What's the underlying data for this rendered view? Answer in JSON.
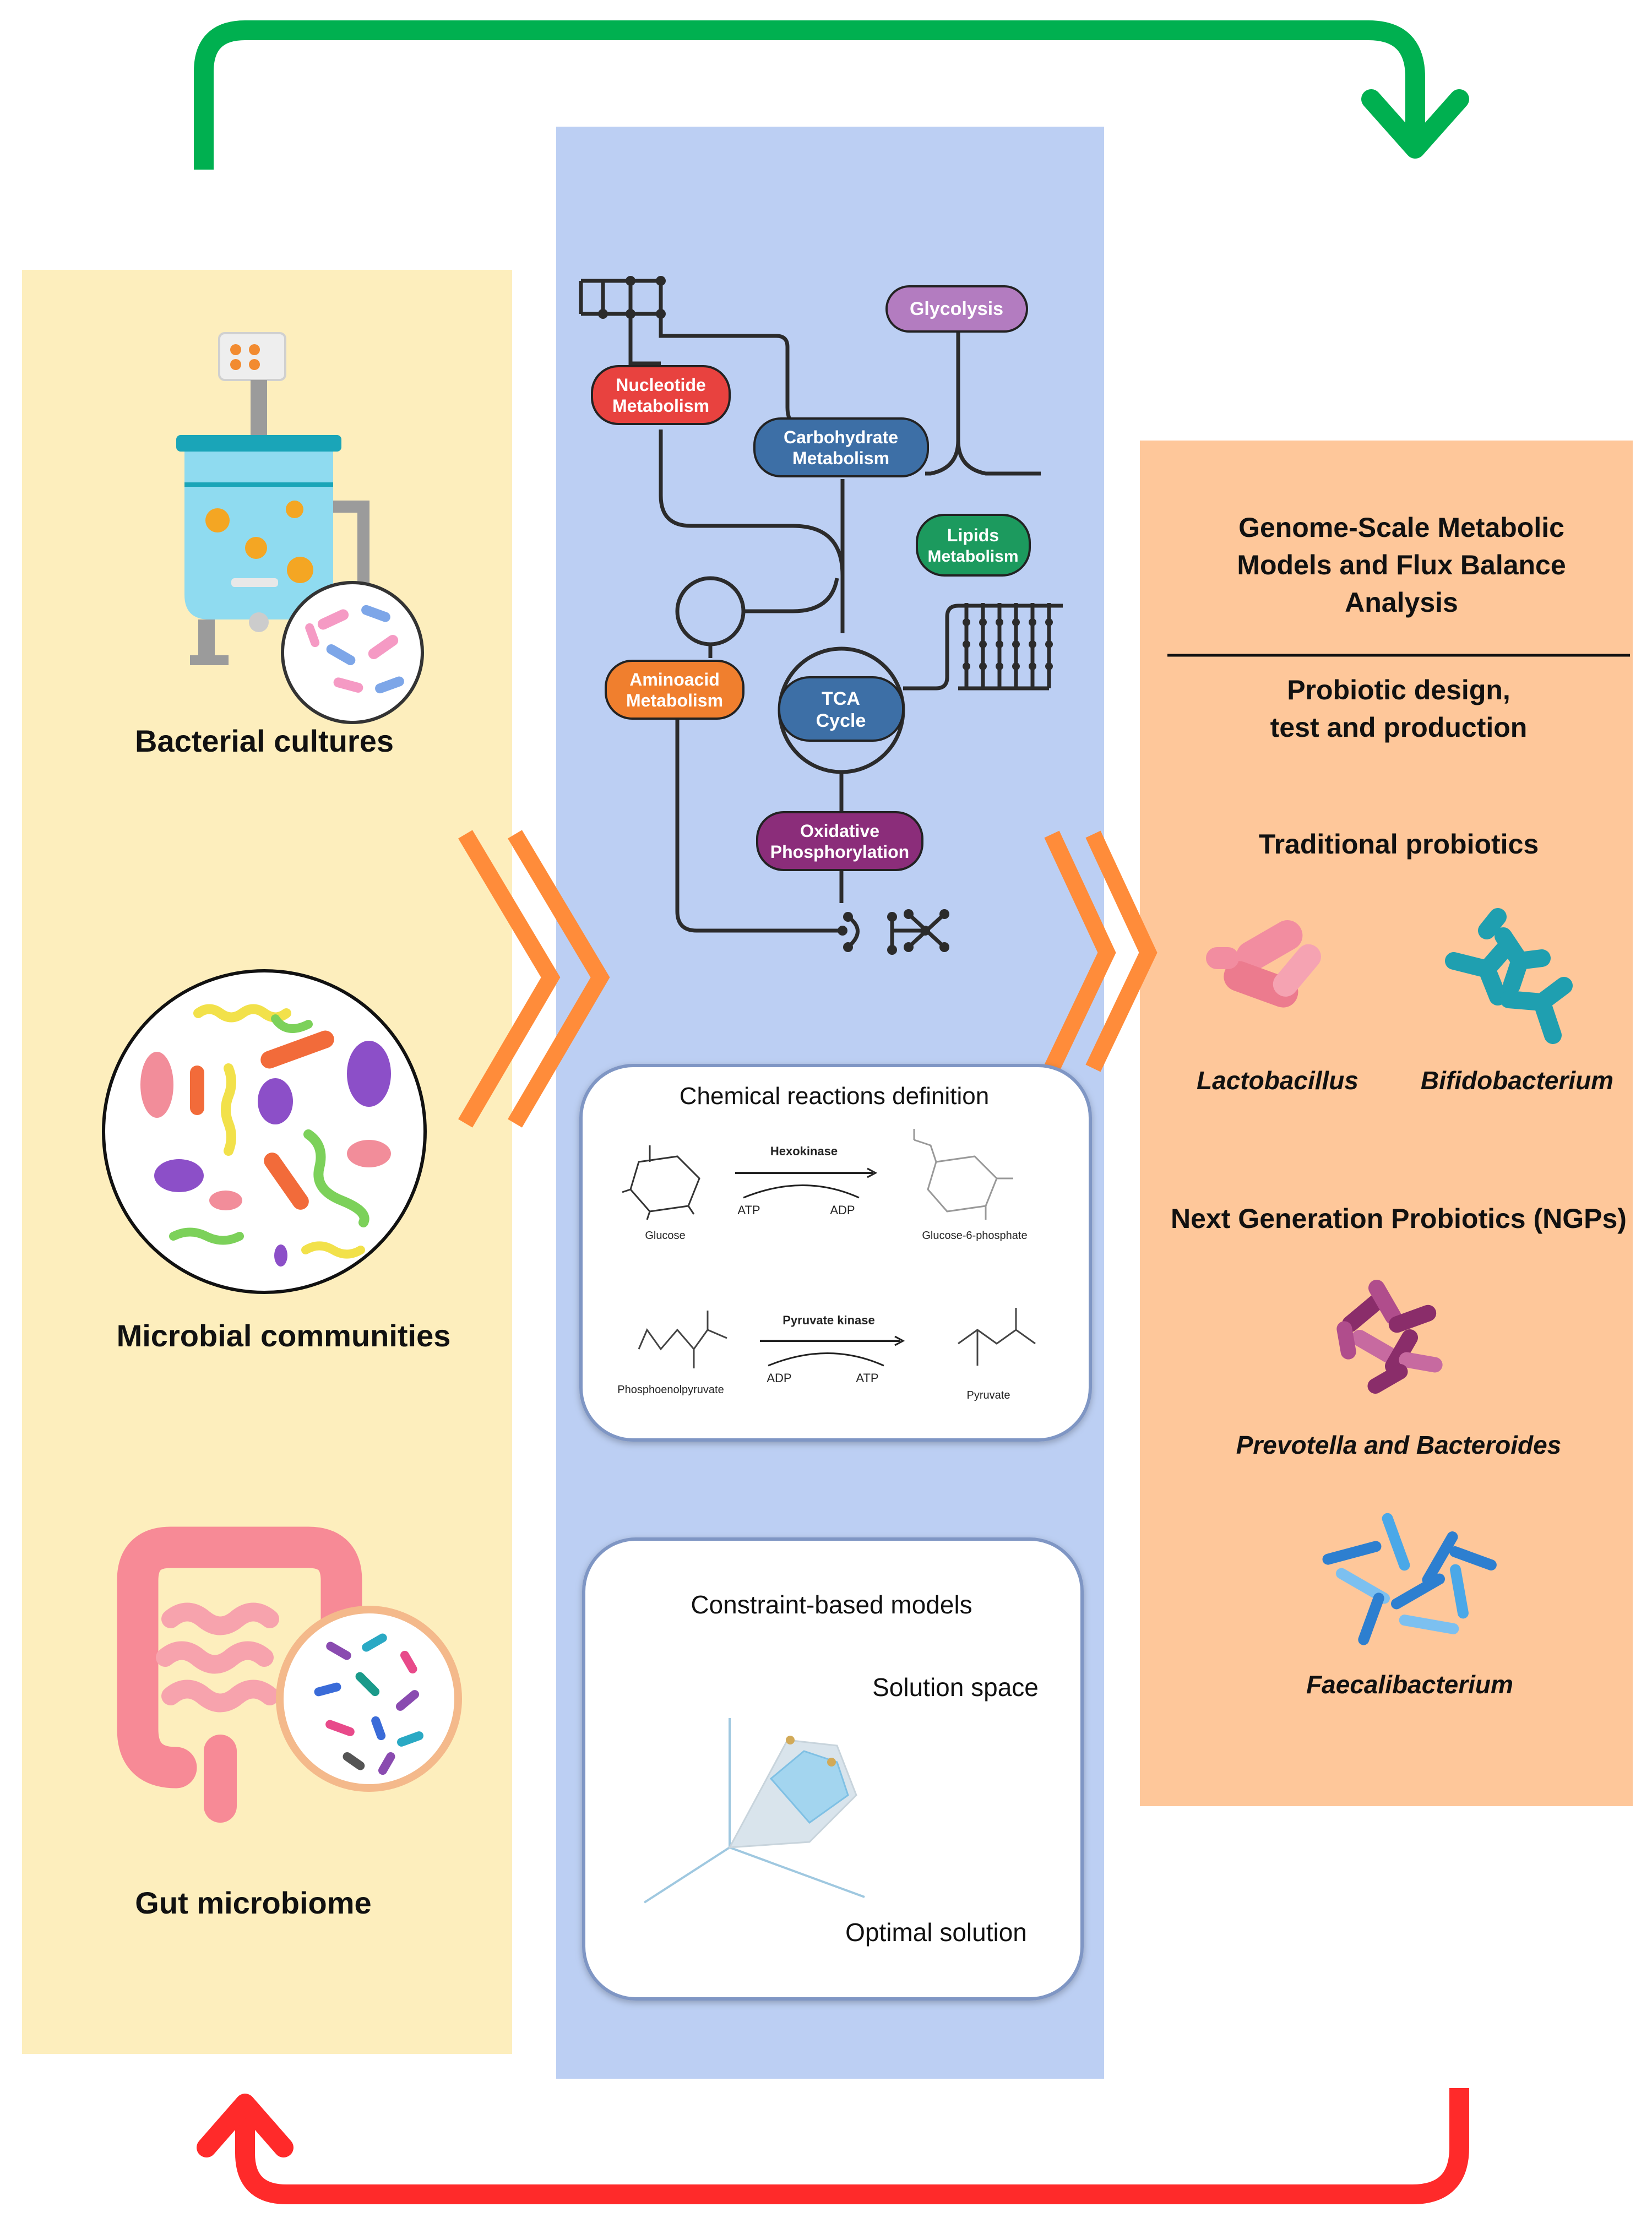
{
  "colors": {
    "top_arrow": "#00b050",
    "bottom_arrow": "#ff2a2a",
    "left_panel": "#fdeebd",
    "center_panel": "#bccff3",
    "right_panel": "#fec79a",
    "chevron": "#ff8c3a",
    "pathway_line": "#2b2b2b"
  },
  "left_panel": {
    "items": [
      {
        "label": "Bacterial cultures",
        "icon": "bioreactor-icon"
      },
      {
        "label": "Microbial communities",
        "icon": "microbial-community-icon"
      },
      {
        "label": "Gut microbiome",
        "icon": "intestine-icon"
      }
    ]
  },
  "pathway_map": {
    "nodes": [
      {
        "label": "Nucleotide",
        "label2": "Metabolism",
        "color": "#e8423f"
      },
      {
        "label": "Carbohydrate",
        "label2": "Metabolism",
        "color": "#3d6fa6"
      },
      {
        "label": "Glycolysis",
        "label2": "",
        "color": "#b37cc0"
      },
      {
        "label": "Lipids",
        "label2": "Metabolism",
        "color": "#1c9a5e"
      },
      {
        "label": "TCA",
        "label2": "Cycle",
        "color": "#3d6fa6"
      },
      {
        "label": "Aminoacid",
        "label2": "Metabolism",
        "color": "#f07f2e"
      },
      {
        "label": "Oxidative",
        "label2": "Phosphorylation",
        "color": "#8b2d7a"
      }
    ]
  },
  "reactions_box": {
    "title": "Chemical reactions definition",
    "reaction1": {
      "enzyme": "Hexokinase",
      "cofactor_in": "ATP",
      "cofactor_out": "ADP",
      "substrate": "Glucose",
      "product": "Glucose-6-phosphate"
    },
    "reaction2": {
      "enzyme": "Pyruvate kinase",
      "cofactor_in": "ADP",
      "cofactor_out": "ATP",
      "substrate": "Phosphoenolpyruvate",
      "product": "Pyruvate"
    }
  },
  "models_box": {
    "title": "Constraint-based models",
    "solution_space": "Solution space",
    "optimal_solution": "Optimal solution"
  },
  "right_panel": {
    "header_line1": "Genome-Scale Metabolic",
    "header_line2": "Models and Flux Balance",
    "header_line3": "Analysis",
    "design_line1": "Probiotic design,",
    "design_line2": "test and production",
    "traditional_title": "Traditional probiotics",
    "traditional": [
      "Lactobacillus",
      "Bifidobacterium"
    ],
    "ngp_title": "Next Generation Probiotics (NGPs)",
    "ngp": [
      "Prevotella and Bacteroides",
      "Faecalibacterium"
    ]
  }
}
